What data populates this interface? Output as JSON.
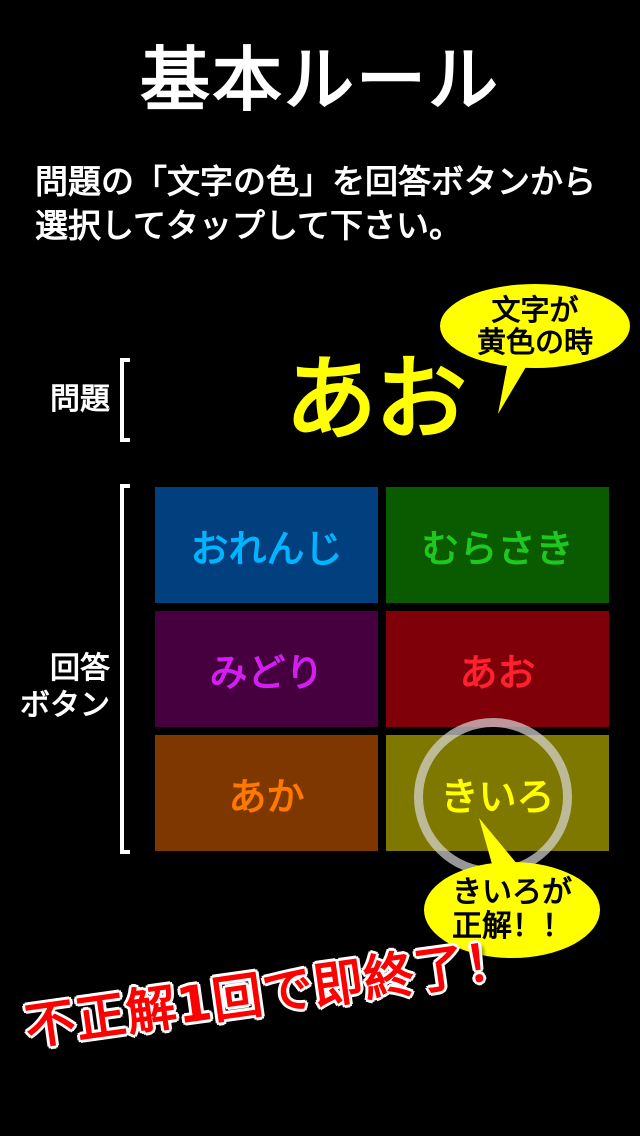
{
  "header": {
    "title": "基本ルール"
  },
  "instructions": {
    "line1": "問題の「文字の色」を回答ボタンから",
    "line2": "選択してタップして下さい。"
  },
  "question_section": {
    "label": "問題",
    "question_text": "あお",
    "question_text_color": "#ffff00",
    "callout": {
      "line1": "文字が",
      "line2": "黄色の時"
    }
  },
  "answer_section": {
    "label_line1": "回答",
    "label_line2": "ボタン",
    "buttons": [
      {
        "label": "おれんじ",
        "bg": "#023f7f",
        "color": "#00b4ff"
      },
      {
        "label": "むらさき",
        "bg": "#0a5a00",
        "color": "#1ec81e"
      },
      {
        "label": "みどり",
        "bg": "#460040",
        "color": "#d21ef0"
      },
      {
        "label": "あお",
        "bg": "#7f0008",
        "color": "#ff2030"
      },
      {
        "label": "あか",
        "bg": "#7f3700",
        "color": "#ff7800"
      },
      {
        "label": "きいろ",
        "bg": "#7f7800",
        "color": "#ffff00"
      }
    ],
    "correct_callout": {
      "line1": "きいろが",
      "line2": "正解！！"
    }
  },
  "footer": {
    "warning": "不正解1回で即終了！"
  },
  "colors": {
    "background": "#000000",
    "callout_bg": "#ffff00",
    "warning_text": "#ff0000"
  }
}
